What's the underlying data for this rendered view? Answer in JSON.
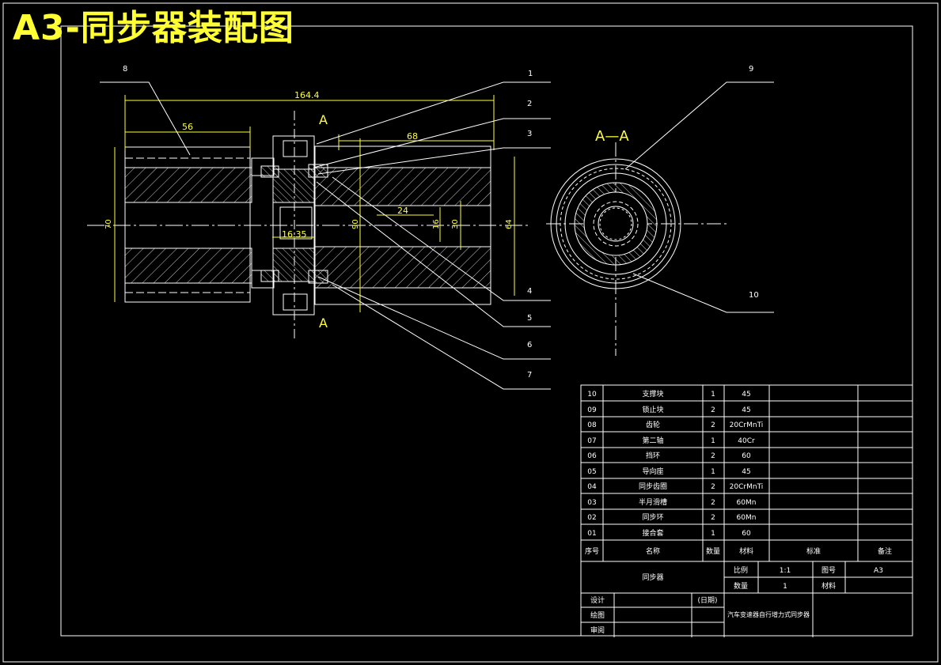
{
  "title": "A3-同步器装配图",
  "view_labels": {
    "section_top": "A",
    "section_bottom": "A",
    "section_view": "A—A"
  },
  "dimensions": {
    "overall": "164.4",
    "left": "56",
    "right": "68",
    "inner": "24",
    "small": "16.35",
    "dia_70": "70",
    "dia_90": "90",
    "dia_16": "16",
    "dia_30": "30",
    "dia_64": "64"
  },
  "callouts": {
    "c1": "1",
    "c2": "2",
    "c3": "3",
    "c4": "4",
    "c5": "5",
    "c6": "6",
    "c7": "7",
    "c8": "8",
    "c9": "9",
    "c10": "10"
  },
  "parts_table": {
    "rows": [
      {
        "no": "10",
        "name": "支撑块",
        "qty": "1",
        "material": "45"
      },
      {
        "no": "09",
        "name": "锁止块",
        "qty": "2",
        "material": "45"
      },
      {
        "no": "08",
        "name": "齿轮",
        "qty": "2",
        "material": "20CrMnTi"
      },
      {
        "no": "07",
        "name": "第二轴",
        "qty": "1",
        "material": "40Cr"
      },
      {
        "no": "06",
        "name": "挡环",
        "qty": "2",
        "material": "60"
      },
      {
        "no": "05",
        "name": "导向座",
        "qty": "1",
        "material": "45"
      },
      {
        "no": "04",
        "name": "同步齿圈",
        "qty": "2",
        "material": "20CrMnTi"
      },
      {
        "no": "03",
        "name": "半月滑槽",
        "qty": "2",
        "material": "60Mn"
      },
      {
        "no": "02",
        "name": "同步环",
        "qty": "2",
        "material": "60Mn"
      },
      {
        "no": "01",
        "name": "接合套",
        "qty": "1",
        "material": "60"
      }
    ],
    "header": {
      "no": "序号",
      "name": "名称",
      "qty": "数量",
      "material": "材料",
      "standard": "标准",
      "remark": "备注"
    }
  },
  "title_block": {
    "drawing_name": "同步器",
    "scale_label": "比例",
    "scale_value": "1:1",
    "drawing_no_label": "图号",
    "drawing_no_value": "A3",
    "qty_label": "数量",
    "qty_value": "1",
    "material_label": "材料",
    "design_label": "设计",
    "date_label": "(日期)",
    "drawn_label": "绘图",
    "check_label": "审阅",
    "project": "汽车变速器自行增力式同步器"
  },
  "colors": {
    "frame": "#ffffff",
    "drawing": "#ffffff",
    "dimension": "#ffff33",
    "title": "#ffff33",
    "table_text": "#ffffff"
  }
}
